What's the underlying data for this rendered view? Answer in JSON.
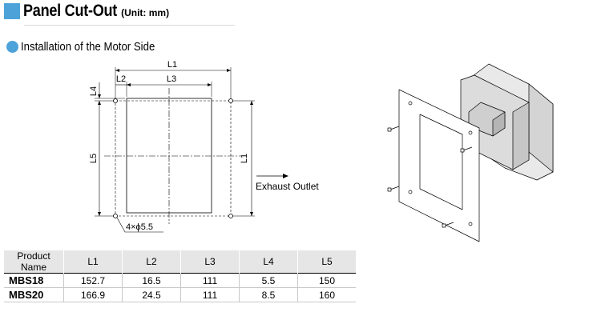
{
  "header": {
    "title": "Panel Cut-Out",
    "unit": "(Unit: mm)"
  },
  "section": {
    "heading": "Installation of the Motor Side"
  },
  "drawing": {
    "labels": {
      "L1_top": "L1",
      "L2": "L2",
      "L3": "L3",
      "L4": "L4",
      "L5": "L5",
      "L1_side": "L1",
      "holes": "4×ϕ5.5",
      "exhaust": "Exhaust Outlet"
    }
  },
  "table": {
    "columns": [
      "Product Name",
      "L1",
      "L2",
      "L3",
      "L4",
      "L5"
    ],
    "rows": [
      [
        "MBS18",
        "152.7",
        "16.5",
        "111",
        "5.5",
        "150"
      ],
      [
        "MBS20",
        "166.9",
        "24.5",
        "111",
        "8.5",
        "160"
      ]
    ]
  },
  "colors": {
    "accent": "#4da3d9"
  }
}
